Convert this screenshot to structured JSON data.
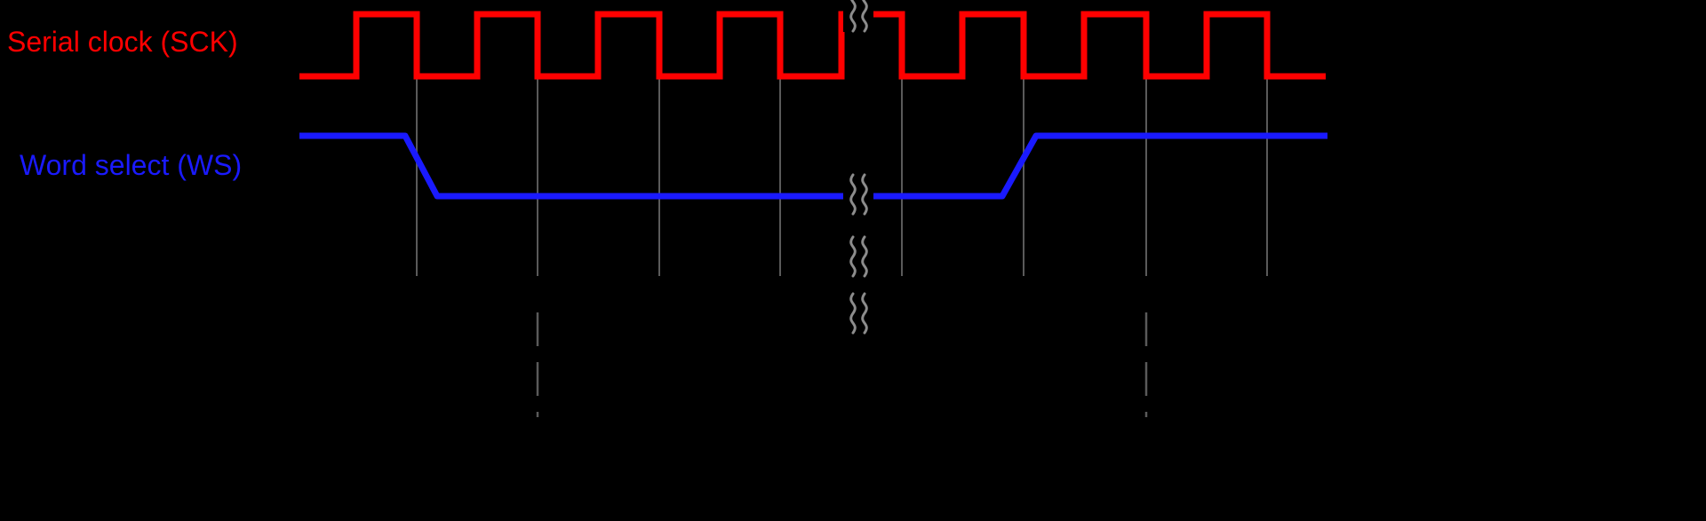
{
  "labels": {
    "sck": "Serial clock (SCK)",
    "ws": "Word select (WS)"
  },
  "colors": {
    "background": "#000000",
    "sck": "#ff0000",
    "ws": "#1a1aff",
    "grid": "#5a5a5a",
    "grid_dashed": "#5a5a5a",
    "break": "#8c8c8c"
  },
  "chart_data": {
    "type": "timing",
    "signals": [
      {
        "name": "Serial clock (SCK)",
        "kind": "clock",
        "initial_level": "low",
        "final_level": "low",
        "visible_pulses": 8,
        "duty_cycle_percent": 50,
        "time_break_on_pulse": 5
      },
      {
        "name": "Word select (WS)",
        "kind": "level",
        "sequence": [
          "high",
          "fall",
          "low",
          "rise",
          "high"
        ],
        "fall_at_gridline": 1,
        "rise_at_gridline": 6
      }
    ],
    "gridlines": 8,
    "dashed_gridlines": 2,
    "time_break_marks": 4
  }
}
